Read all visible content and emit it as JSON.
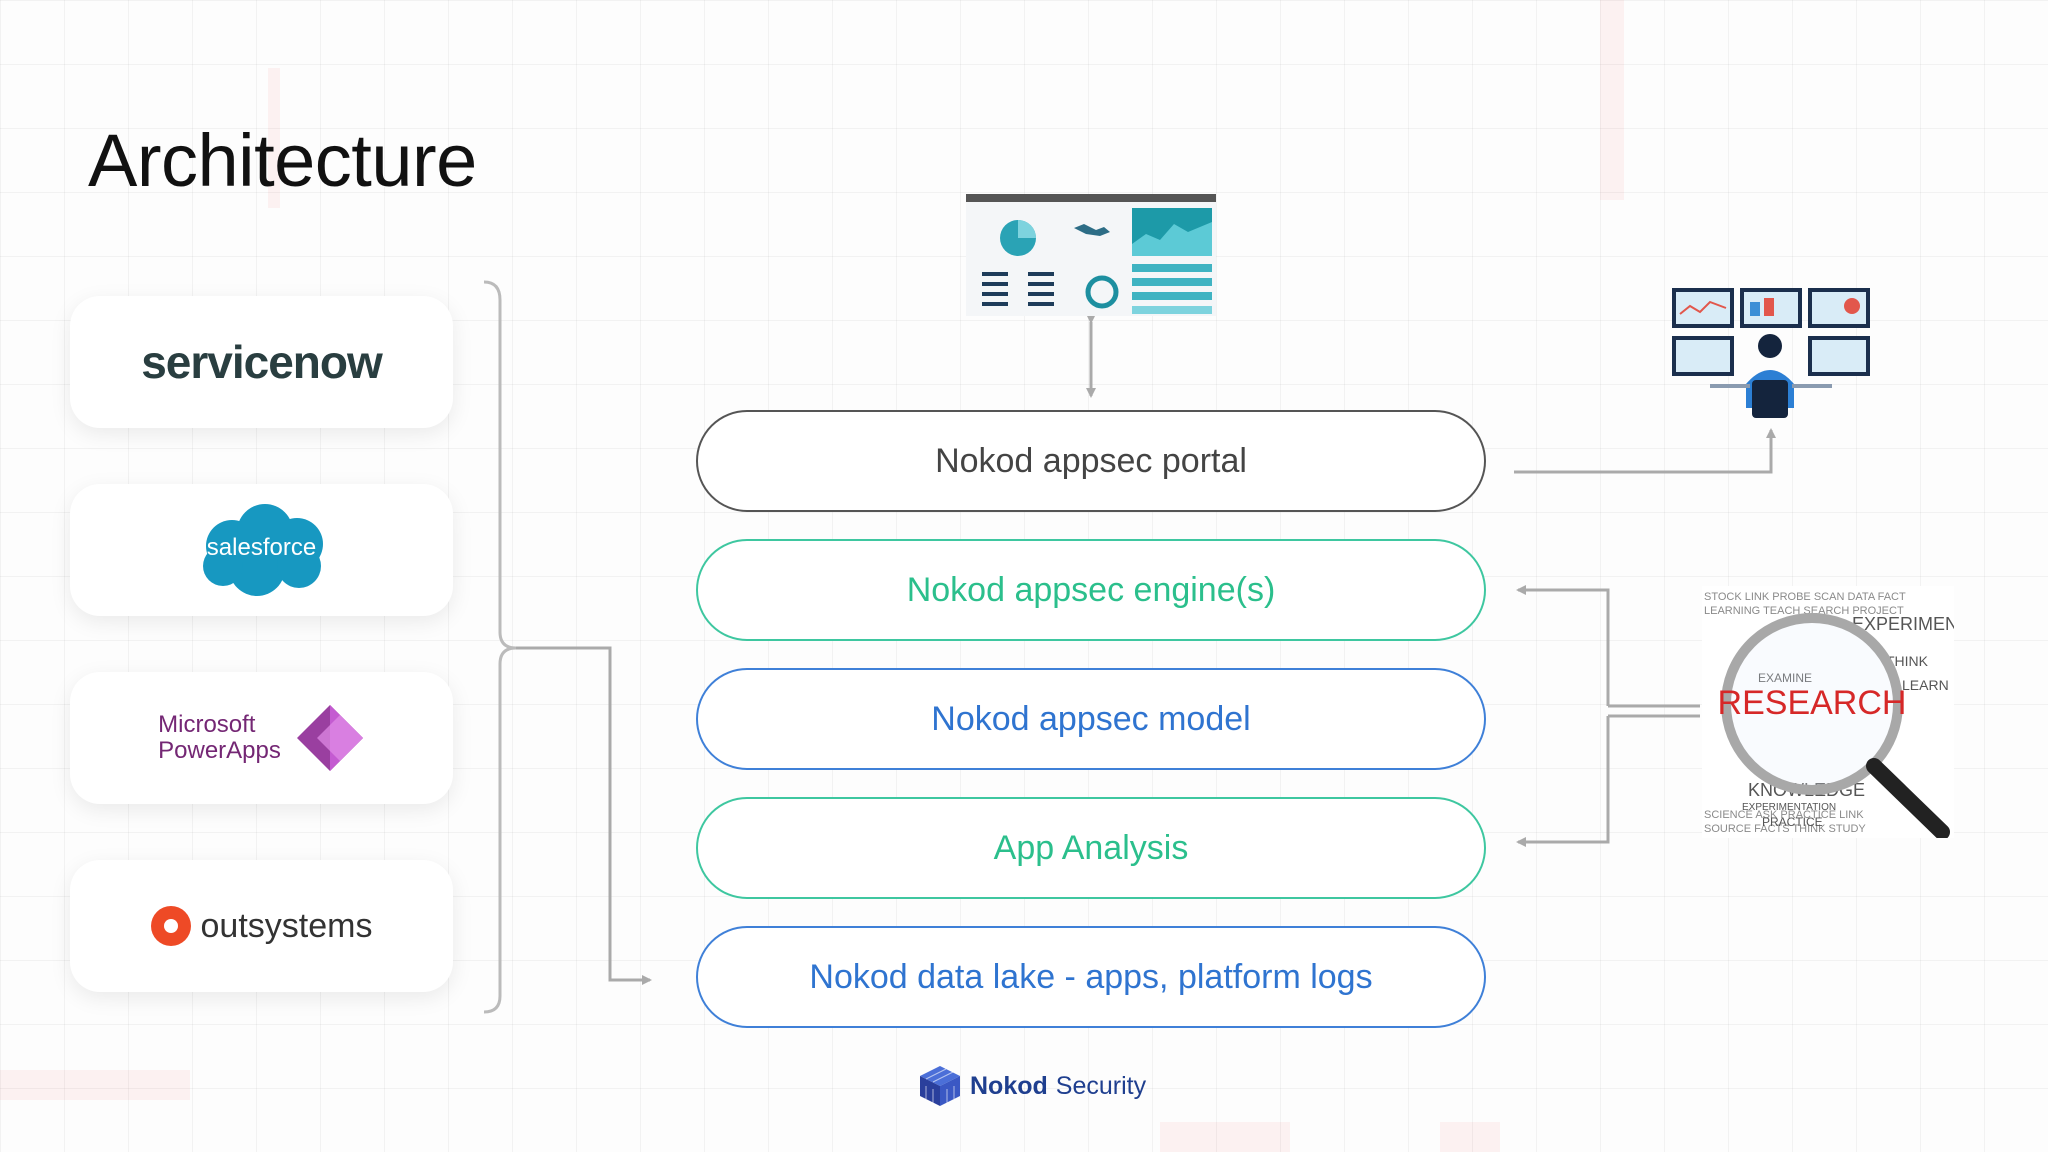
{
  "slide": {
    "title": "Architecture"
  },
  "sources": {
    "servicenow": "servicenow",
    "salesforce": "salesforce",
    "powerapps_line1": "Microsoft",
    "powerapps_line2": "PowerApps",
    "outsystems": "outsystems"
  },
  "layers": {
    "portal": "Nokod appsec portal",
    "engine": "Nokod appsec engine(s)",
    "model": "Nokod appsec model",
    "analysis": "App Analysis",
    "datalake": "Nokod data lake - apps, platform logs"
  },
  "research_words": {
    "main": "RESEARCH",
    "w1": "EXPERIMENT",
    "w2": "KNOWLEDGE",
    "w3": "EXAMINE",
    "w4": "EXPERIMENTATION",
    "w5": "THINK",
    "w6": "PRACTICE",
    "w7": "LEARN"
  },
  "brand": {
    "name": "Nokod",
    "suffix": "Security"
  },
  "colors": {
    "green": "#2bbf8c",
    "blue": "#2f74d0",
    "portal_border": "#555555",
    "connector": "#aaaaaa"
  }
}
